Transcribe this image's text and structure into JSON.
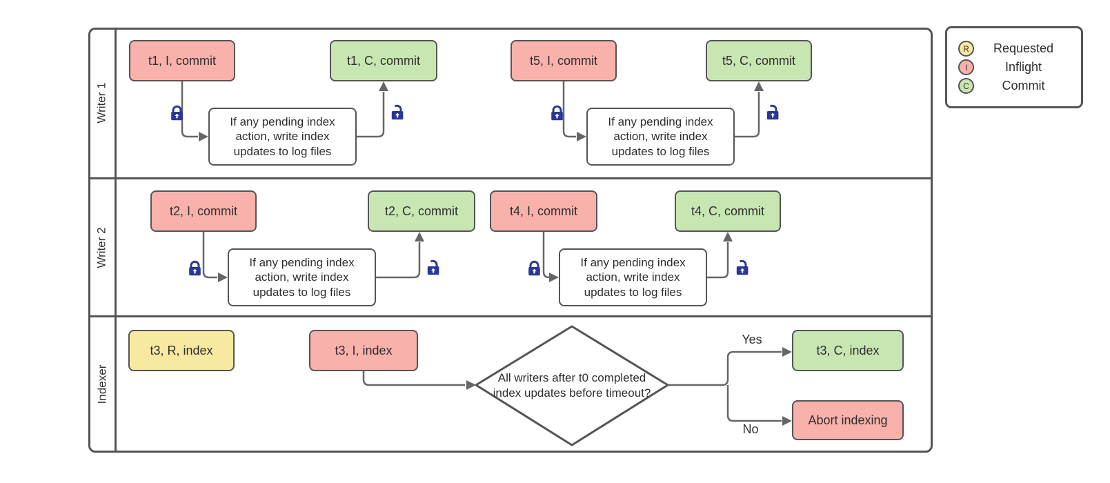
{
  "lanes": [
    {
      "label": "Writer 1"
    },
    {
      "label": "Writer 2"
    },
    {
      "label": "Indexer"
    }
  ],
  "legend": {
    "items": [
      {
        "letter": "R",
        "label": "Requested",
        "color": "#f8e9a1"
      },
      {
        "letter": "I",
        "label": "Inflight",
        "color": "#f8b2ab"
      },
      {
        "letter": "C",
        "label": "Commit",
        "color": "#c8e6b2"
      }
    ]
  },
  "nodes": {
    "t1_inflight": {
      "label": "t1, I, commit"
    },
    "t1_commit": {
      "label": "t1, C, commit"
    },
    "w1_process_a": {
      "label": "If any pending index action, write index updates to log files"
    },
    "t5_inflight": {
      "label": "t5, I, commit"
    },
    "t5_commit": {
      "label": "t5, C, commit"
    },
    "w1_process_b": {
      "label": "If any pending index action, write index updates to log files"
    },
    "t2_inflight": {
      "label": "t2, I, commit"
    },
    "t2_commit": {
      "label": "t2, C, commit"
    },
    "w2_process_a": {
      "label": "If any pending index action, write index updates to log files"
    },
    "t4_inflight": {
      "label": "t4, I, commit"
    },
    "t4_commit": {
      "label": "t4, C, commit"
    },
    "w2_process_b": {
      "label": "If any pending index action, write index updates to log files"
    },
    "t3_requested": {
      "label": "t3, R, index"
    },
    "t3_inflight": {
      "label": "t3, I, index"
    },
    "decision": {
      "label": "All writers after t0 completed index updates before timeout?"
    },
    "t3_commit": {
      "label": "t3, C, index"
    },
    "abort": {
      "label": "Abort indexing"
    }
  },
  "branch_labels": {
    "yes": "Yes",
    "no": "No"
  },
  "colors": {
    "inflight": "#f8b2ab",
    "commit": "#c8e6b2",
    "requested": "#f8e9a1",
    "border": "#545454",
    "line": "#666666",
    "lock": "#2a3794"
  }
}
